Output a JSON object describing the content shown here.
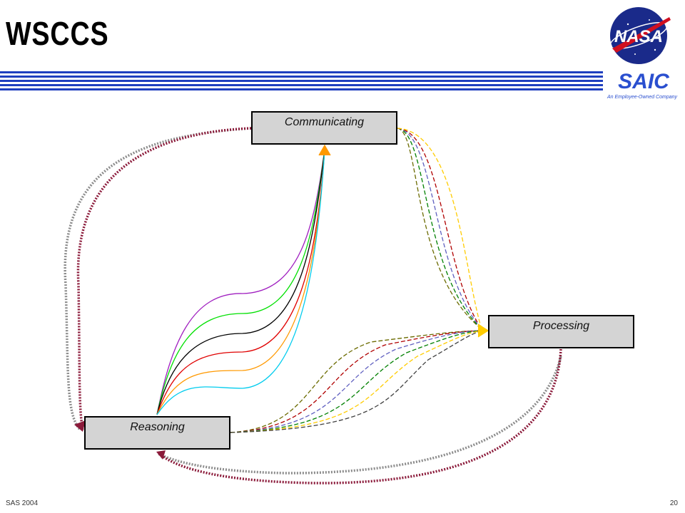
{
  "slide": {
    "title": "WSCCS",
    "footer_left": "SAS 2004",
    "page_number": "20"
  },
  "logos": {
    "nasa_text": "NASA",
    "saic_text": "SAIC",
    "saic_tagline": "An Employee-Owned Company"
  },
  "nodes": {
    "communicating": "Communicating",
    "processing": "Processing",
    "reasoning": "Reasoning"
  },
  "colors": {
    "node_fill": "#d4d4d4",
    "header_blue": "#1f3fbf",
    "loop_maroon": "#8b1a3a",
    "loop_gray": "#8c8c8c",
    "solid_curves": [
      "#a020c0",
      "#00e000",
      "#000000",
      "#e00000",
      "#ff9900",
      "#00ccee"
    ],
    "dashed_curves": [
      "#6b6b00",
      "#b00000",
      "#6060c0",
      "#008000",
      "#ffcc00",
      "#404040"
    ]
  }
}
